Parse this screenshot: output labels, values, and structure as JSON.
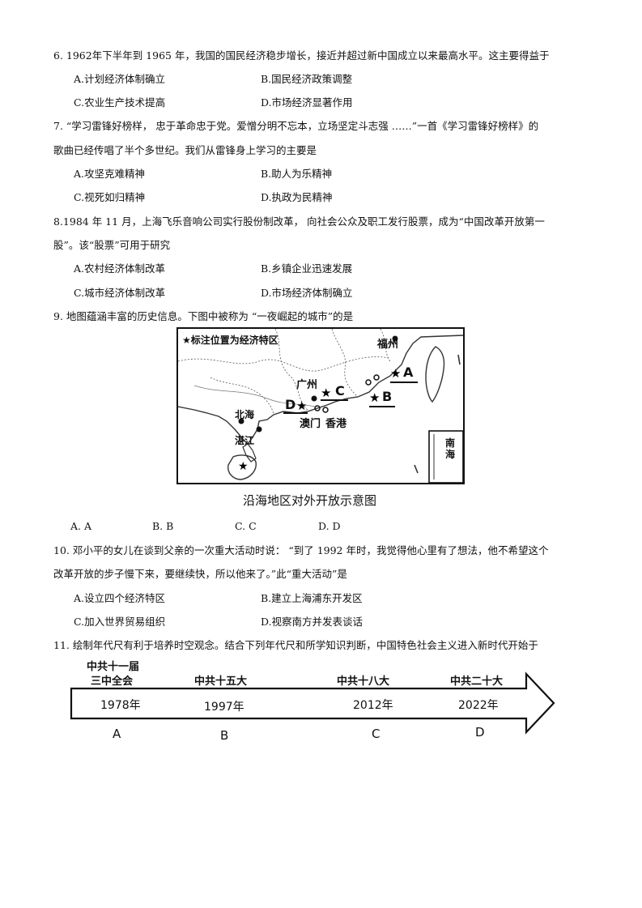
{
  "q6": {
    "stem": "6. 1962年下半年到 1965 年，我国的国民经济稳步增长，接近并超过新中国成立以来最高水平。这主要得益于",
    "options": [
      "A.计划经济体制确立",
      "B.国民经济政策调整",
      "C.农业生产技术提高",
      "D.市场经济显著作用"
    ]
  },
  "q7": {
    "stem_line1": "7.  “学习雷锋好榜样，  忠于革命忠于党。爱憎分明不忘本，立场坚定斗志强 ……”一首《学习雷锋好榜样》的",
    "stem_line2": "歌曲已经传唱了半个多世纪。我们从雷锋身上学习的主要是",
    "options": [
      "A.攻坚克难精神",
      "B.助人为乐精神",
      "C.视死如归精神",
      "D.执政为民精神"
    ]
  },
  "q8": {
    "stem_line1": "8.1984 年 11 月，上海飞乐音响公司实行股份制改革，  向社会公众及职工发行股票，成为“中国改革开放第一",
    "stem_line2": "股”。该“股票”可用于研究",
    "options": [
      "A.农村经济体制改革",
      "B.乡镇企业迅速发展",
      "C.城市经济体制改革",
      "D.市场经济体制确立"
    ]
  },
  "q9": {
    "stem": "9.  地图蕴涵丰富的历史信息。下图中被称为 “一夜崛起的城市”的是",
    "map": {
      "legend": "★标注位置为经济特区",
      "labels": {
        "fuzhou": "福州",
        "guangzhou": "广州",
        "beihai": "北海",
        "zhanjiang": "湛江",
        "macau": "澳门",
        "hongkong": "香港",
        "a": "A",
        "b": "B",
        "c": "C",
        "d": "D",
        "nanhai": "南海"
      },
      "caption": "沿海地区对外开放示意图"
    },
    "options": [
      "A. A",
      "B. B",
      "C. C",
      "D. D"
    ]
  },
  "q10": {
    "stem_line1": "10. 邓小平的女儿在谈到父亲的一次重大活动时说：  “到了 1992 年时，我觉得他心里有了想法，他不希望这个",
    "stem_line2": "改革开放的步子慢下来，要继续快，所以他来了。”此“重大活动”是",
    "options": [
      "A.设立四个经济特区",
      "B.建立上海浦东开发区",
      "C.加入世界贸易组织",
      "D.视察南方并发表谈话"
    ]
  },
  "q11": {
    "stem": "11. 绘制年代尺有利于培养时空观念。结合下列年代尺和所学知识判断，中国特色社会主义进入新时代开始于",
    "timeline": [
      {
        "label_line1": "中共十一届",
        "label_line2": "三中全会",
        "year": "1978年",
        "letter": "A"
      },
      {
        "label_line1": "",
        "label_line2": "中共十五大",
        "year": "1997年",
        "letter": "B"
      },
      {
        "label_line1": "",
        "label_line2": "中共十八大",
        "year": "2012年",
        "letter": "C"
      },
      {
        "label_line1": "",
        "label_line2": "中共二十大",
        "year": "2022年",
        "letter": "D"
      }
    ]
  }
}
